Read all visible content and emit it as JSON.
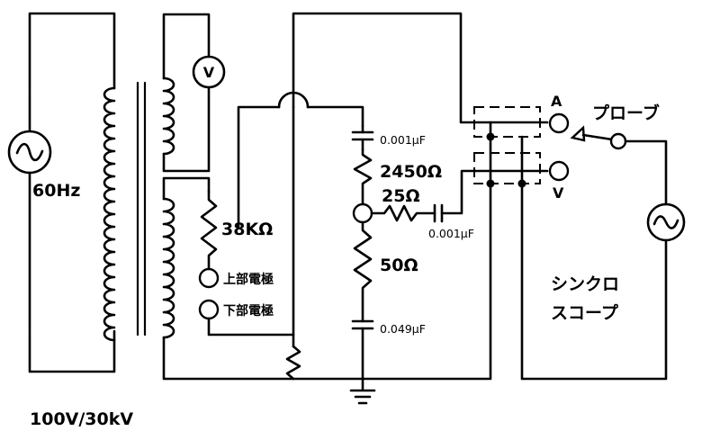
{
  "labels": {
    "source_frequency": "60Hz",
    "transformer_rating": "100V/30kV",
    "voltmeter_symbol": "V",
    "resistor_38k": "38KΩ",
    "upper_electrode": "上部電極",
    "lower_electrode": "下部電極",
    "cap_top": "0.001μF",
    "resistor_2450": "2450Ω",
    "resistor_25": "25Ω",
    "cap_side": "0.001μF",
    "resistor_50": "50Ω",
    "cap_bottom": "0.049μF",
    "terminal_a": "A",
    "terminal_v": "V",
    "probe": "プローブ",
    "oscilloscope_line1": "シンクロ",
    "oscilloscope_line2": "スコープ"
  }
}
